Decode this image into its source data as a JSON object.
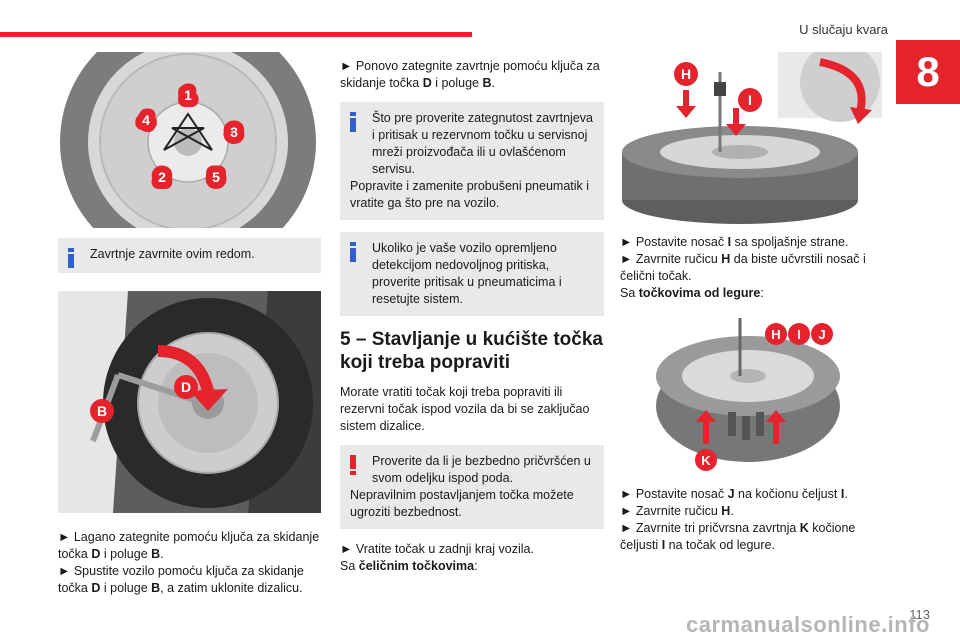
{
  "header": {
    "title": "U slučaju kvara",
    "chapter": "8"
  },
  "col1": {
    "wheel_labels": [
      "1",
      "2",
      "3",
      "4",
      "5"
    ],
    "note1": "Zavrtnje zavrnite ovim redom.",
    "tire_labels": {
      "b": "B",
      "d": "D"
    },
    "p1": {
      "a": "► Lagano zategnite pomoću ključa za skidanje točka ",
      "b": "D",
      "c": " i poluge ",
      "d": "B",
      "e": "."
    },
    "p2": {
      "a": "► Spustite vozilo pomoću ključa za skidanje točka ",
      "b": "D",
      "c": " i poluge ",
      "d": "B",
      "e": ", a zatim uklonite dizalicu."
    }
  },
  "col2": {
    "p1": {
      "a": "► Ponovo zategnite zavrtnje pomoću ključa za skidanje točka ",
      "b": "D",
      "c": " i poluge ",
      "d": "B",
      "e": "."
    },
    "note1": {
      "first": "Što pre proverite zategnutost zavrtnjeva i pritisak u rezervnom točku u servisnoj mreži proizvođača ili u ovlašćenom servisu.",
      "second": "Popravite i zamenite probušeni pneumatik i vratite ga što pre na vozilo."
    },
    "note2": "Ukoliko je vaše vozilo opremljeno detekcijom nedovoljnog pritiska, proverite pritisak u pneumaticima i resetujte sistem.",
    "heading": "5 – Stavljanje u kućište točka koji treba popraviti",
    "p2": "Morate vratiti točak koji treba popraviti ili rezervni točak ispod vozila da bi se zaključao sistem dizalice.",
    "warn": {
      "first": "Proverite da li je bezbedno pričvršćen u svom odeljku ispod poda.",
      "second": "Nepravilnim postavljanjem točka možete ugroziti bezbednost."
    },
    "p3": "► Vratite točak u zadnji kraj vozila.",
    "p4": {
      "a": "Sa ",
      "b": "čeličnim točkovima",
      "c": ":"
    }
  },
  "col3": {
    "img1_labels": {
      "h": "H",
      "i": "I"
    },
    "p1": {
      "a": "► Postavite nosač ",
      "b": "I",
      "c": " sa spoljašnje strane."
    },
    "p2": {
      "a": "► Zavrnite ručicu ",
      "b": "H",
      "c": " da biste učvrstili nosač i čelični točak."
    },
    "p3": {
      "a": "Sa ",
      "b": "točkovima od legure",
      "c": ":"
    },
    "img2_labels": {
      "h": "H",
      "i": "I",
      "j": "J",
      "k": "K"
    },
    "p4": {
      "a": "► Postavite nosač ",
      "b": "J",
      "c": " na kočionu čeljust ",
      "d": "I",
      "e": "."
    },
    "p5": {
      "a": "► Zavrnite ručicu ",
      "b": "H",
      "c": "."
    },
    "p6": {
      "a": "► Zavrnite tri pričvrsna zavrtnja ",
      "b": "K",
      "c": " kočione čeljusti ",
      "d": "I",
      "e": " na točak od legure."
    }
  },
  "footer": {
    "page": "113",
    "watermark": "carmanualsonline.info"
  },
  "colors": {
    "accent": "#e4232d",
    "note_icon": "#2f5fd1",
    "note_bg": "#e9e9ea"
  }
}
